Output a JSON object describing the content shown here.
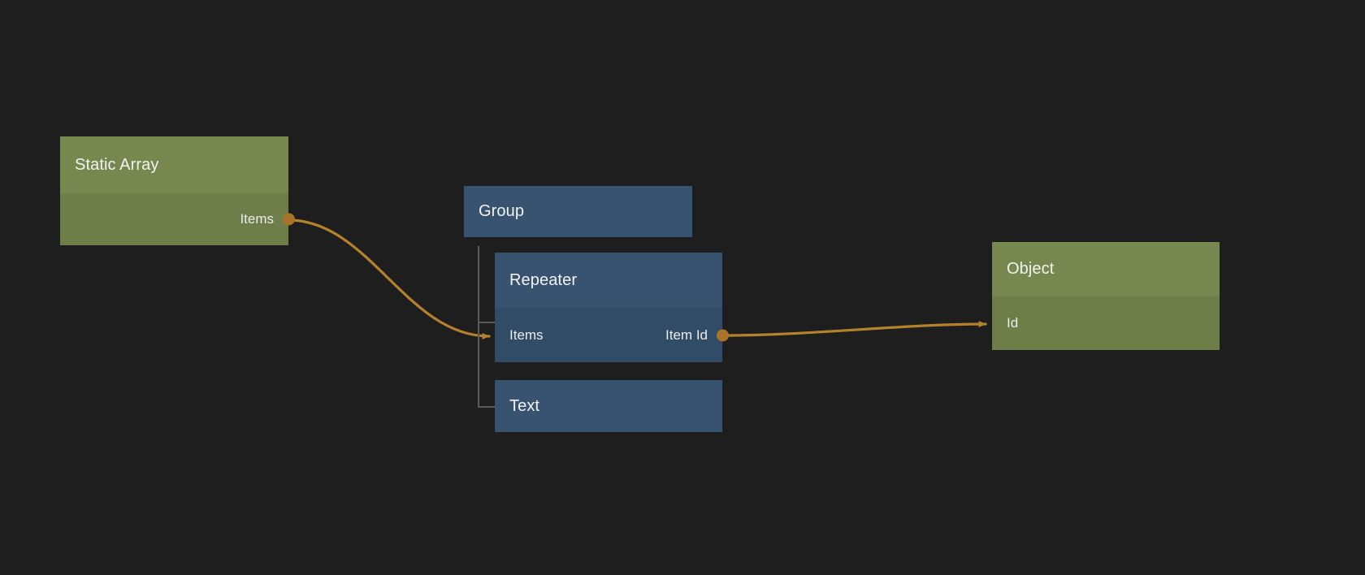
{
  "canvas": {
    "background": "#1e1e1e",
    "title": "Node Graph Editor"
  },
  "palette": {
    "green_header": "#77884f",
    "green_body": "#6d7e48",
    "blue_header": "#38536f",
    "blue_body": "#314c66",
    "edge": "#b5822c",
    "port": "#a9742a",
    "tree_line": "#5a5a5a",
    "text": "#f2f2f2"
  },
  "nodes": {
    "static_array": {
      "title": "Static Array",
      "type": "green",
      "ports_out": [
        {
          "label": "Items",
          "name": "items"
        }
      ]
    },
    "group": {
      "title": "Group",
      "type": "blue"
    },
    "repeater": {
      "title": "Repeater",
      "type": "blue",
      "port_in": {
        "label": "Items",
        "name": "items"
      },
      "port_out": {
        "label": "Item Id",
        "name": "item-id"
      }
    },
    "text": {
      "title": "Text",
      "type": "blue"
    },
    "object": {
      "title": "Object",
      "type": "green",
      "port_in": {
        "label": "Id",
        "name": "id"
      }
    }
  },
  "edges": [
    {
      "name": "static-array-items-to-repeater-items",
      "from": "static_array.items",
      "to": "repeater.items",
      "color": "#b5822c"
    },
    {
      "name": "repeater-item-id-to-object-id",
      "from": "repeater.item_id",
      "to": "object.id",
      "color": "#b5822c"
    }
  ],
  "tree": {
    "parent": "group",
    "children": [
      "repeater",
      "text"
    ],
    "line_color": "#5a5a5a"
  }
}
